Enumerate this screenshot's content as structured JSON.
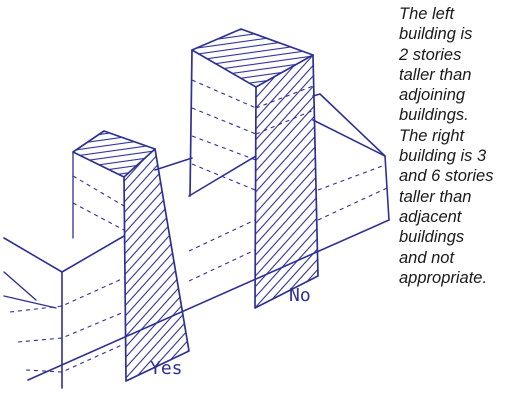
{
  "labels": {
    "yes": "Yes",
    "no": "No"
  },
  "caption": {
    "lines": [
      "The left",
      "building is",
      "2 stories",
      "taller than",
      "adjoining",
      "buildings.",
      "The right",
      "building is 3",
      "and 6 stories",
      "taller than",
      "adjacent",
      "buildings",
      "and not",
      "appropriate."
    ]
  },
  "colors": {
    "ink": "#2e3192",
    "caption_text": "#1a1a1a",
    "background": "#ffffff"
  }
}
